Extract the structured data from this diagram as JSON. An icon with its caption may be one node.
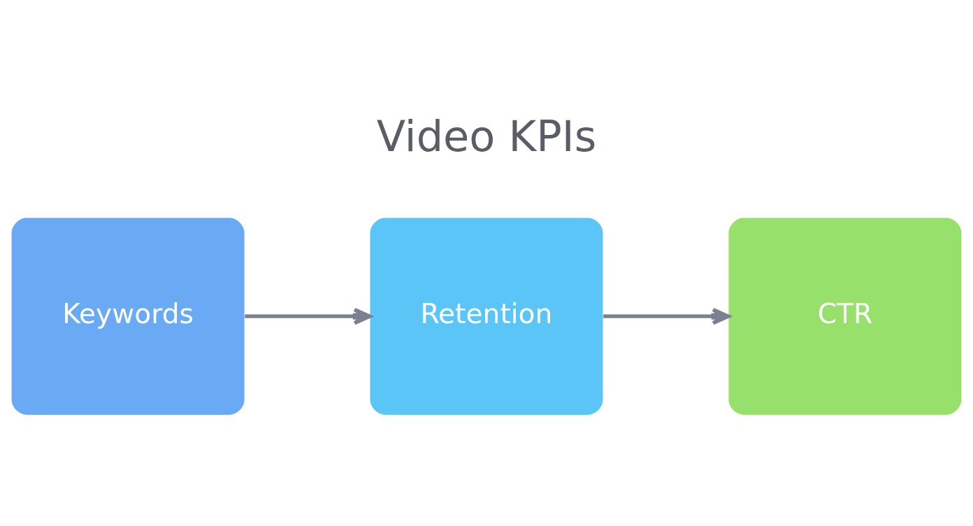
{
  "diagram": {
    "title": "Video KPIs",
    "nodes": [
      {
        "text": [
          "Keywords"
        ]
      },
      {
        "text": [
          "Retention"
        ]
      },
      {
        "text": [
          "CTR"
        ]
      }
    ],
    "edges": [
      {
        "from": 0,
        "to": 1,
        "arrow": "to"
      },
      {
        "from": 1,
        "to": 2,
        "arrow": "to"
      }
    ]
  }
}
